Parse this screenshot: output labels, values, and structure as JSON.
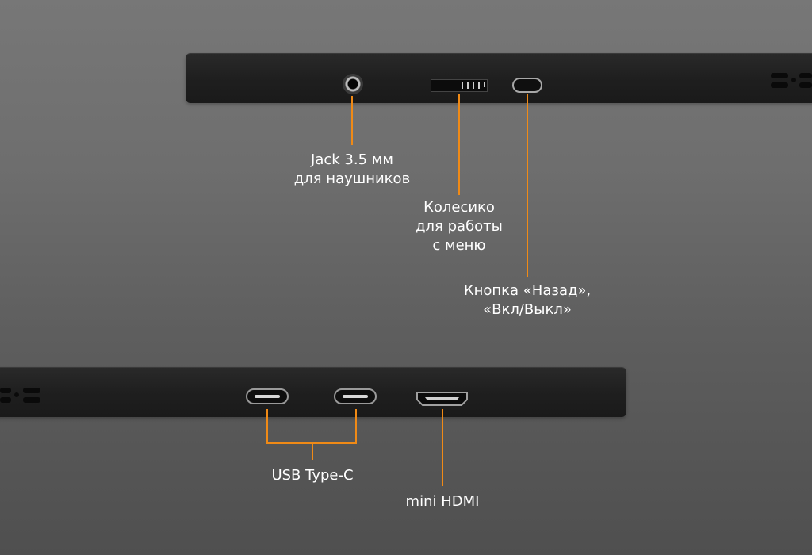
{
  "labels": {
    "jack": [
      "Jack 3.5 мм",
      "для наушников"
    ],
    "wheel": [
      "Колесико",
      "для работы",
      "с меню"
    ],
    "back_button": [
      "Кнопка «Назад»,",
      "«Вкл/Выкл»"
    ],
    "usb_c": "USB Type-C",
    "mini_hdmi": "mini HDMI"
  },
  "colors": {
    "background": "#6e6e6e",
    "panel": "#1f1f1f",
    "leader_line": "#f08a16",
    "text": "#ffffff"
  },
  "icons": [
    "headphone-jack-icon",
    "menu-wheel-icon",
    "power-back-button-icon",
    "usb-c-port-icon",
    "mini-hdmi-port-icon",
    "vent-grille-icon"
  ]
}
